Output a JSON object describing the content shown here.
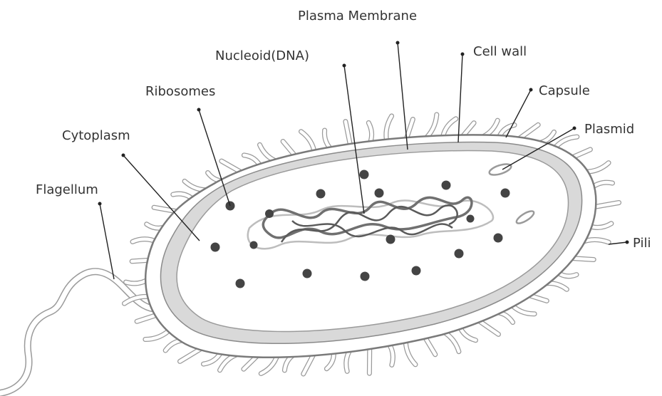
{
  "labels": {
    "plasma_membrane": "Plasma Membrane",
    "nucleoid": "Nucleoid(DNA)",
    "cell_wall": "Cell wall",
    "ribosomes": "Ribosomes",
    "capsule": "Capsule",
    "plasmid": "Plasmid",
    "cytoplasm": "Cytoplasm",
    "flagellum": "Flagellum",
    "pili": "Pili"
  },
  "colors": {
    "outline": "#7a7a7a",
    "capsule_fill": "#ffffff",
    "wall_fill": "#d9d9d9",
    "cytoplasm_fill": "#ffffff",
    "ribosome": "#444444",
    "dna": "#707070",
    "dna_light": "#bdbdbd",
    "text": "#333333"
  }
}
